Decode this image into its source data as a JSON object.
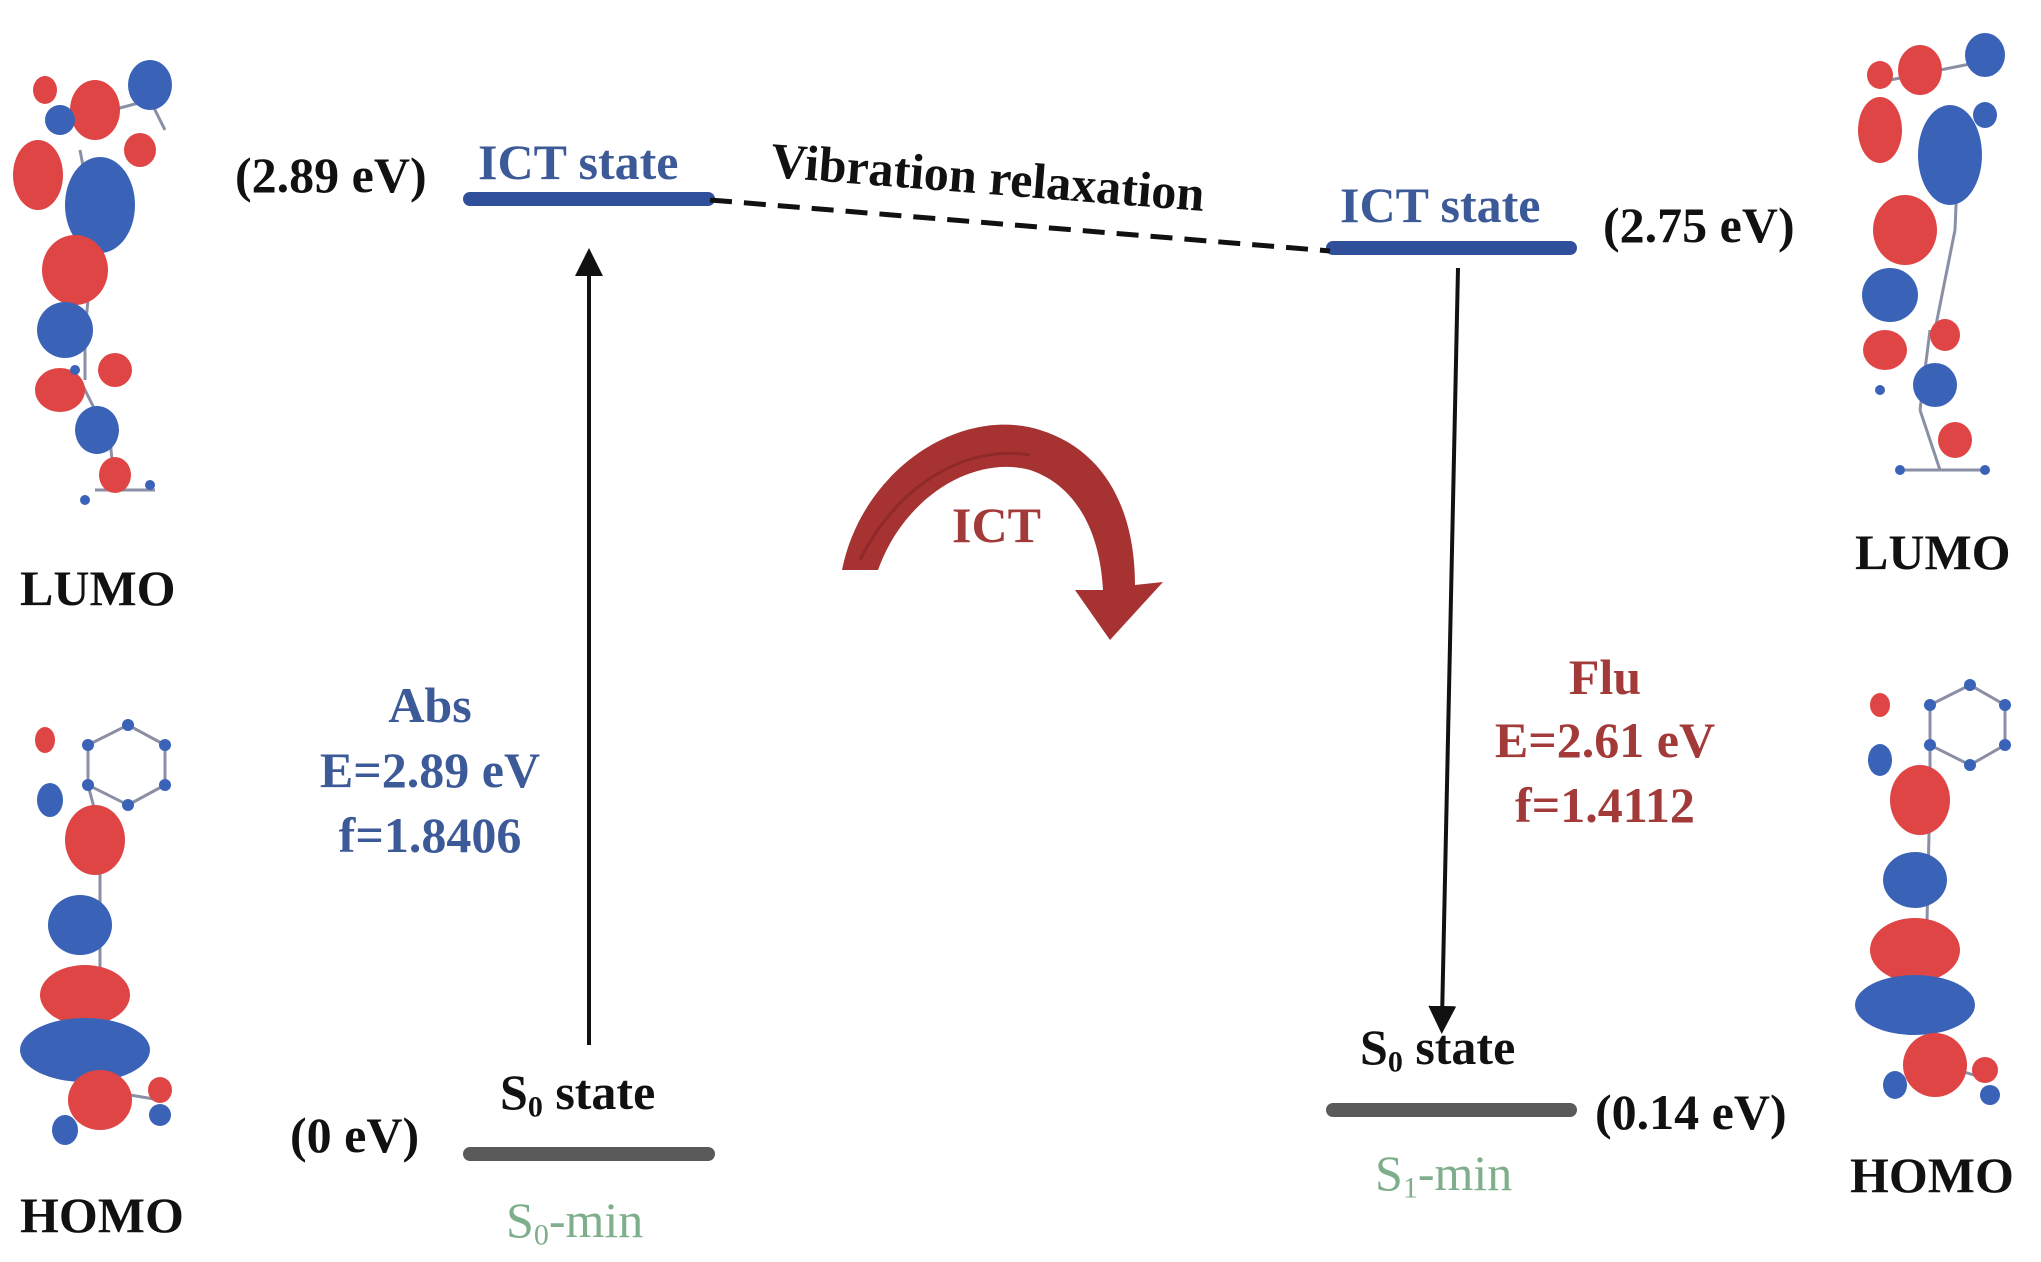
{
  "colors": {
    "excited_level": "#2f4f9a",
    "ground_level": "#5a5a5a",
    "absorption_text": "#3d5a98",
    "fluorescence_text": "#a33a3a",
    "ict_arrow": "#a63232",
    "minimum_label": "#7fae8c",
    "orbital_positive": "#e04545",
    "orbital_negative": "#3a63b8"
  },
  "left": {
    "ict_energy": "(2.89 eV)",
    "ict_label": "ICT state",
    "ground_energy": "(0 eV)",
    "ground_label_main": "S",
    "ground_label_sub": "0",
    "ground_label_rest": " state",
    "min_label_main": "S",
    "min_label_sub": "0",
    "min_label_rest": "-min",
    "orbital_top": "LUMO",
    "orbital_bottom": "HOMO"
  },
  "right": {
    "ict_energy": "(2.75 eV)",
    "ict_label": "ICT state",
    "ground_energy": "(0.14 eV)",
    "ground_label_main": "S",
    "ground_label_sub": "0",
    "ground_label_rest": " state",
    "min_label_main": "S",
    "min_label_sub": "1",
    "min_label_rest": "-min",
    "orbital_top": "LUMO",
    "orbital_bottom": "HOMO"
  },
  "relaxation_label": "Vibration relaxation",
  "ict_arrow_label": "ICT",
  "absorption": {
    "title": "Abs",
    "energy": "E=2.89 eV",
    "oscillator": "f=1.8406"
  },
  "fluorescence": {
    "title": "Flu",
    "energy": "E=2.61 eV",
    "oscillator": "f=1.4112"
  },
  "icons": {
    "orbital_image": "molecular-orbital-isosurface-icon",
    "ict_arrow": "curved-arrow-icon"
  }
}
